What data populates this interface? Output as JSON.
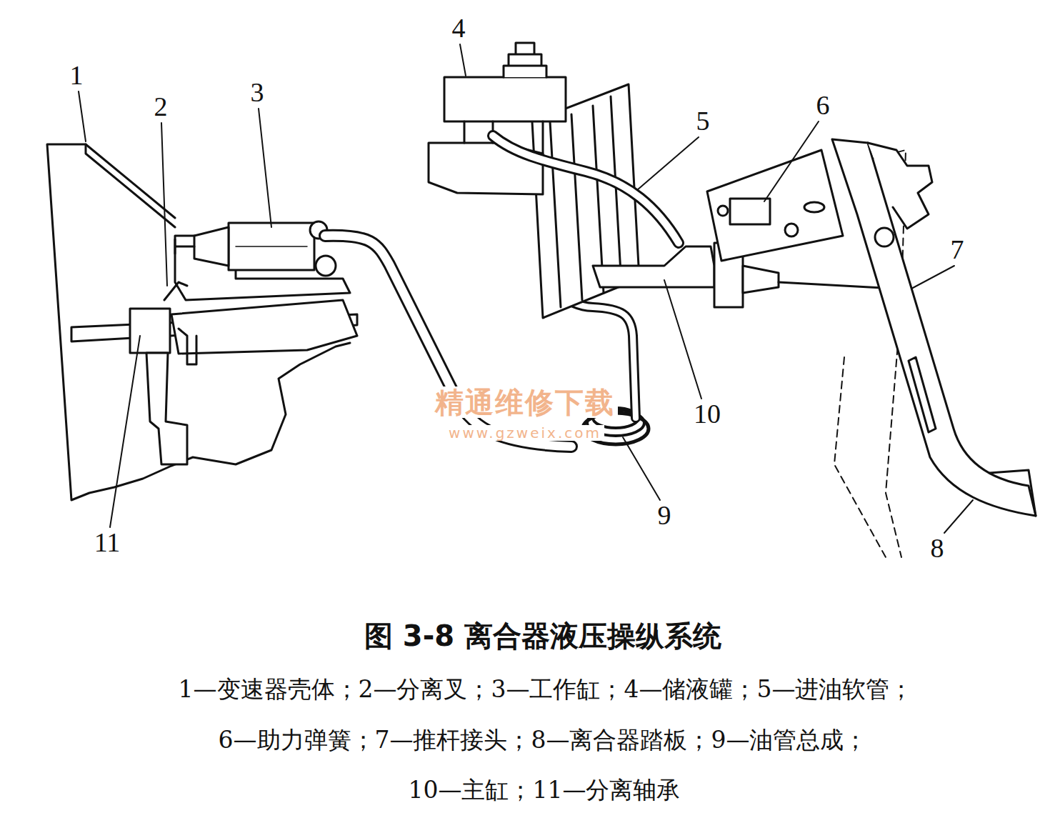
{
  "diagram": {
    "caption": "图 3-8 离合器液压操纵系统",
    "labels": [
      "1",
      "2",
      "3",
      "4",
      "5",
      "6",
      "7",
      "8",
      "9",
      "10",
      "11",
      "精通维修下载",
      "www.gzweix.com",
      "1—变速器壳体；2—分离叉；3—工作缸；4—储液罐；5—进油软管；",
      "6—助力弹簧；7—推杆接头；8—离合器踏板；9—油管总成；",
      "10—主缸；11—分离轴承"
    ]
  }
}
